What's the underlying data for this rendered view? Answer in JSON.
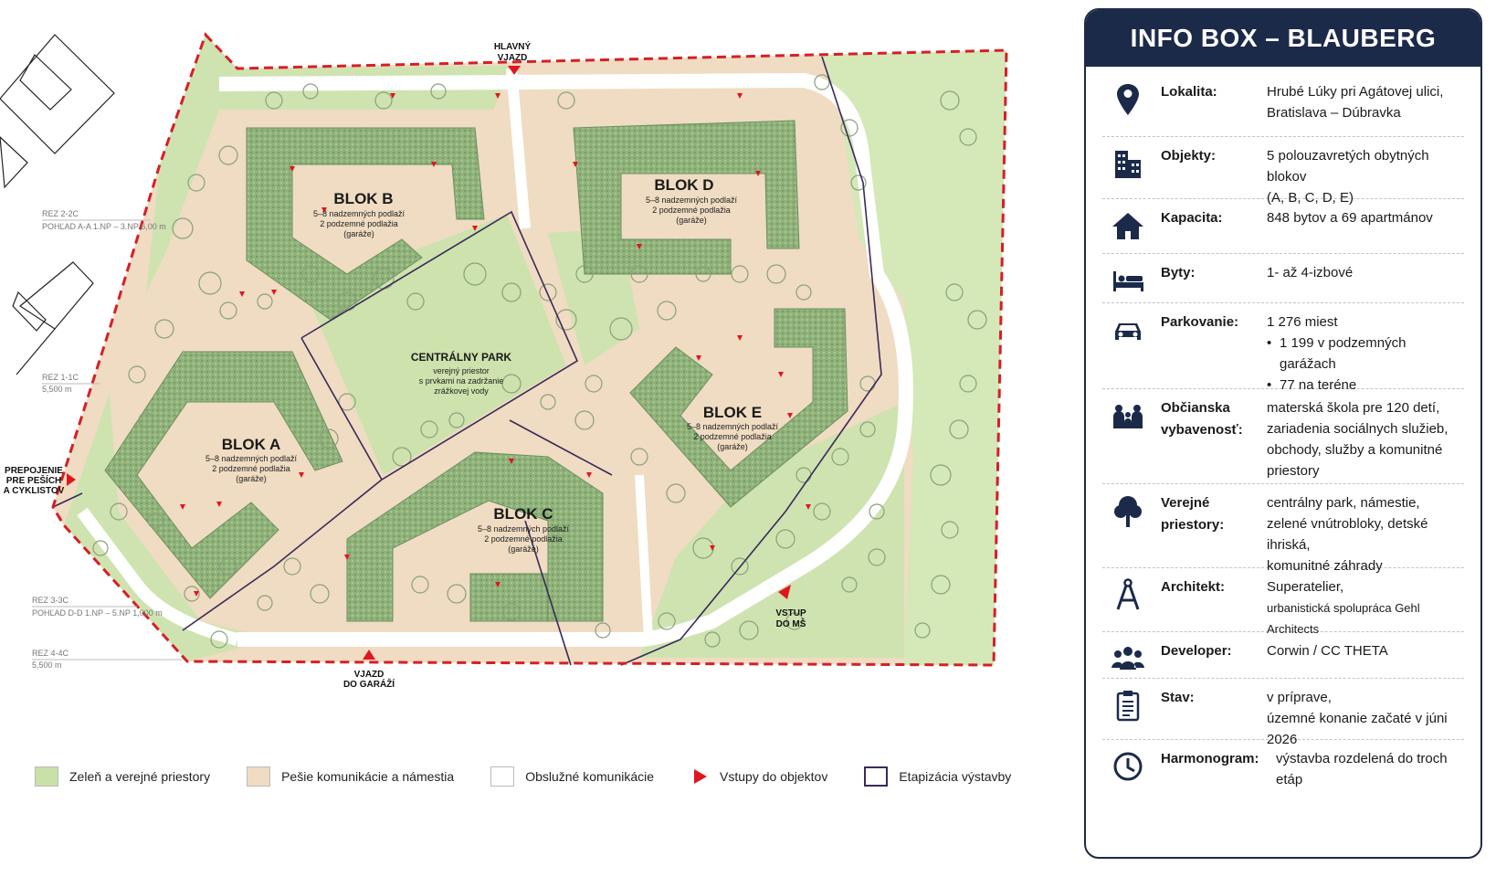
{
  "plan": {
    "blocks": [
      {
        "id": "A",
        "title": "BLOK A",
        "lines": [
          "5–8 nadzemných podlaží",
          "2 podzemné podlažia",
          "(garáže)"
        ]
      },
      {
        "id": "B",
        "title": "BLOK B",
        "lines": [
          "5–8 nadzemných podlaží",
          "2 podzemné podlažia",
          "(garáže)"
        ]
      },
      {
        "id": "C",
        "title": "BLOK C",
        "lines": [
          "5–8 nadzemných podlaží",
          "2 podzemné podlažia",
          "(garáže)"
        ]
      },
      {
        "id": "D",
        "title": "BLOK D",
        "lines": [
          "5–8 nadzemných podlaží",
          "2 podzemné podlažia",
          "(garáže)"
        ]
      },
      {
        "id": "E",
        "title": "BLOK E",
        "lines": [
          "5–8 nadzemných podlaží",
          "2 podzemné podlažia",
          "(garáže)"
        ]
      }
    ],
    "park": {
      "title": "CENTRÁLNY PARK",
      "lines": [
        "verejný priestor",
        "s prvkami na zadržanie",
        "zrážkovej vody"
      ]
    },
    "entrances": {
      "main": [
        "HLAVNÝ",
        "VJAZD"
      ],
      "garage": [
        "VJAZD",
        "DO GARÁŽÍ"
      ],
      "pedestrian": [
        "PREPOJENIE",
        "PRE PEŠÍCH",
        "A CYKLISTOV"
      ],
      "school": [
        "VSTUP",
        "DO MŠ"
      ]
    },
    "sections": [
      "REZ 2-2C",
      "POHĽAD A-A  1.NP – 3.NP  6,00 m",
      "REZ 1-1C",
      "5,500 m",
      "REZ 3-3C",
      "POHĽAD D-D  1.NP – 5.NP  1,000 m",
      "REZ 4-4C",
      "5,500 m"
    ]
  },
  "legend": [
    {
      "label": "Zeleň a verejné priestory",
      "color": "#c9e0a8"
    },
    {
      "label": "Pešie komunikácie a námestia",
      "color": "#efdcc2"
    },
    {
      "label": "Obslužné komunikácie",
      "color": "#ffffff"
    },
    {
      "label": "Vstupy do objektov",
      "color": "#e0161f"
    },
    {
      "label": "Etapizácia výstavby",
      "color": "#3a2a5a"
    }
  ],
  "infobox": {
    "title": "INFO BOX – BLAUBERG",
    "rows": [
      {
        "icon": "location-pin-icon",
        "key": "Lokalita:",
        "lines": [
          "Hrubé Lúky pri Agátovej ulici,",
          "Bratislava – Dúbravka"
        ]
      },
      {
        "icon": "buildings-icon",
        "key": "Objekty:",
        "lines": [
          "5 polouzavretých obytných blokov",
          "(A, B, C, D, E)"
        ]
      },
      {
        "icon": "house-icon",
        "key": "Kapacita:",
        "lines": [
          "848 bytov a 69 apartmánov"
        ]
      },
      {
        "icon": "bed-icon",
        "key": "Byty:",
        "lines": [
          "1- až 4-izbové"
        ]
      },
      {
        "icon": "car-icon",
        "key": "Parkovanie:",
        "lines": [
          "1 276 miest"
        ],
        "bullets": [
          "1 199 v podzemných garážach",
          "77 na teréne"
        ]
      },
      {
        "icon": "family-icon",
        "key": "Občianska vybavenosť:",
        "lines": [
          "materská škola pre 120 detí,",
          "zariadenia sociálnych služieb,",
          "obchody, služby a komunitné priestory"
        ]
      },
      {
        "icon": "tree-icon",
        "key": "Verejné priestory:",
        "lines": [
          "centrálny park, námestie,",
          "zelené vnútrobloky, detské ihriská,",
          "komunitné záhrady"
        ]
      },
      {
        "icon": "compass-icon",
        "key": "Architekt:",
        "lines": [
          "Superatelier,",
          "urbanistická spolupráca Gehl Architects"
        ]
      },
      {
        "icon": "people-icon",
        "key": "Developer:",
        "lines": [
          "Corwin / CC THETA"
        ]
      },
      {
        "icon": "clipboard-icon",
        "key": "Stav:",
        "lines": [
          "v príprave,",
          "územné konanie začaté v júni 2026"
        ]
      },
      {
        "icon": "clock-icon",
        "key": "Harmonogram:",
        "lines": [
          "výstavba rozdelená do troch etáp"
        ]
      }
    ]
  }
}
